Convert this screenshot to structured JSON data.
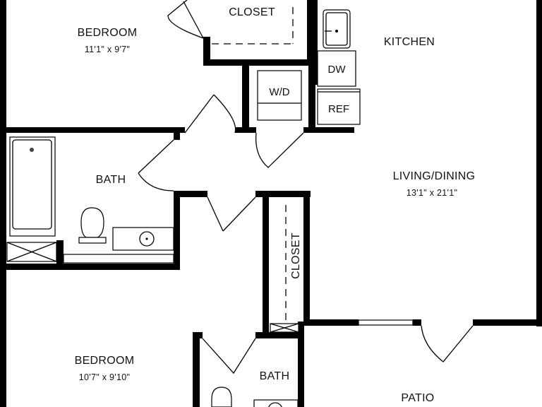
{
  "rooms": {
    "bedroom_1": {
      "name": "BEDROOM",
      "dims": "11'1\" x 9'7\""
    },
    "bedroom_2": {
      "name": "BEDROOM",
      "dims": "10'7\" x 9'10\""
    },
    "living": {
      "name": "LIVING/DINING",
      "dims": "13'1\" x 21'1\""
    },
    "kitchen": {
      "name": "KITCHEN"
    },
    "bath_1": {
      "name": "BATH"
    },
    "bath_2": {
      "name": "BATH"
    },
    "patio": {
      "name": "PATIO"
    },
    "closet_top": {
      "name": "CLOSET"
    },
    "closet_hall": {
      "name": "CLOSET"
    }
  },
  "appliances": {
    "dishwasher": "DW",
    "washer_dryer": "W/D",
    "refrigerator": "REF"
  },
  "icons": [
    "sink-icon",
    "toilet-icon",
    "bathtub-icon",
    "door-swing-icon",
    "window-icon"
  ],
  "colors": {
    "walls": "#000000",
    "background": "#ffffff"
  }
}
